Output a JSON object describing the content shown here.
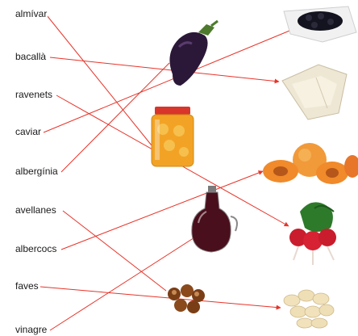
{
  "words": [
    "almívar",
    "bacallà",
    "ravenets",
    "caviar",
    "albergínia",
    "avellanes",
    "albercocs",
    "faves",
    "vinagre"
  ],
  "pictures": [
    "caviar",
    "bacallà",
    "albercocs",
    "ravenets",
    "faves",
    "albergínia",
    "almívar",
    "vinagre",
    "avellanes"
  ],
  "matches": [
    {
      "word": "almívar",
      "picture": "almívar"
    },
    {
      "word": "bacallà",
      "picture": "bacallà"
    },
    {
      "word": "ravenets",
      "picture": "ravenets"
    },
    {
      "word": "caviar",
      "picture": "caviar"
    },
    {
      "word": "albergínia",
      "picture": "albergínia"
    },
    {
      "word": "avellanes",
      "picture": "avellanes"
    },
    {
      "word": "albercocs",
      "picture": "albercocs"
    },
    {
      "word": "faves",
      "picture": "faves"
    },
    {
      "word": "vinagre",
      "picture": "vinagre"
    }
  ],
  "colors": {
    "line": "#e8342a",
    "text": "#1a1a1a"
  }
}
